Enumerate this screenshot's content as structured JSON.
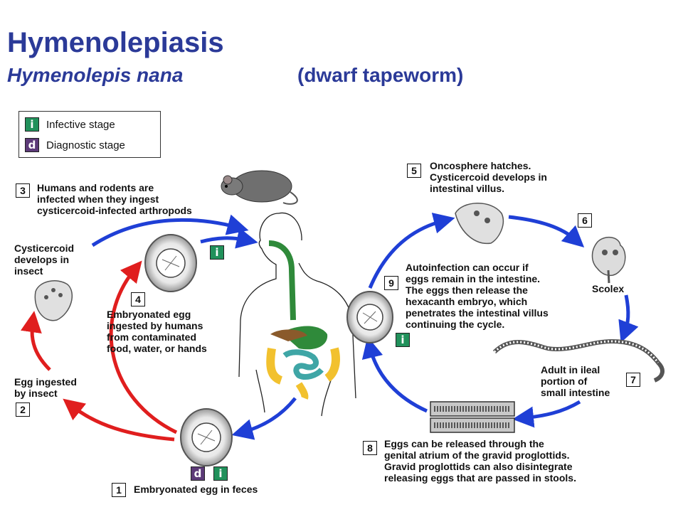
{
  "header": {
    "title": "Hymenolepiasis",
    "species": "Hymenolepis nana",
    "common_name": "(dwarf tapeworm)"
  },
  "legend": {
    "infective": {
      "letter": "i",
      "label": "Infective stage"
    },
    "diagnostic": {
      "letter": "d",
      "label": "Diagnostic stage"
    }
  },
  "steps": {
    "s1": {
      "num": "1",
      "text": "Embryonated egg in feces"
    },
    "s2": {
      "num": "2",
      "text": "Egg ingested\nby insect"
    },
    "s2b": {
      "text": "Cysticercoid\ndevelops in\ninsect"
    },
    "s3": {
      "num": "3",
      "text": "Humans and rodents are\ninfected when they ingest\ncysticercoid-infected arthropods"
    },
    "s4": {
      "num": "4",
      "text": "Embryonated egg\ningested by humans\nfrom contaminated\nfood, water, or hands"
    },
    "s5": {
      "num": "5",
      "text": "Oncosphere hatches.\nCysticercoid develops in\nintestinal villus."
    },
    "s6": {
      "num": "6",
      "text": "Scolex"
    },
    "s7": {
      "num": "7",
      "text": "Adult in ileal\nportion of\nsmall intestine"
    },
    "s8": {
      "num": "8",
      "text": "Eggs can be released through the\ngenital atrium of the gravid proglottids.\nGravid proglottids can also disintegrate\nreleasing eggs that are passed in stools."
    },
    "s9": {
      "num": "9",
      "text": "Autoinfection can occur if\neggs remain in the intestine.\nThe eggs then release the\nhexacanth embryo, which\npenetrates the intestinal villus\ncontinuing the cycle."
    }
  },
  "colors": {
    "title": "#2b3a98",
    "blue_arrow": "#1f3fd6",
    "red_arrow": "#e01e1e",
    "infective_green": "#21915b",
    "diagnostic_purple": "#5c3a78",
    "gut_green": "#2f8a3a",
    "gut_yellow": "#f2c12e",
    "gut_teal": "#3fa6a6",
    "liver_brown": "#8a5a2b"
  },
  "icons": [
    "rat-icon",
    "human-silhouette-icon",
    "egg-icon",
    "cysticercoid-icon",
    "scolex-icon",
    "adult-tapeworm-icon",
    "gravid-proglottid-icon"
  ]
}
